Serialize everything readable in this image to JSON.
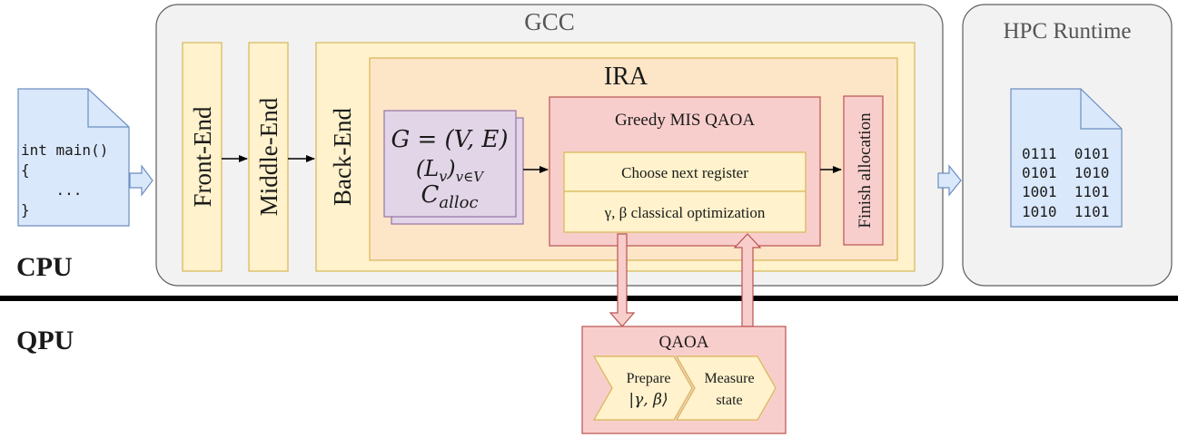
{
  "labels": {
    "gcc": "GCC",
    "hpc_runtime": "HPC Runtime",
    "cpu": "CPU",
    "qpu": "QPU",
    "front_end": "Front-End",
    "middle_end": "Middle-End",
    "back_end": "Back-End",
    "ira": "IRA",
    "greedy": "Greedy MIS QAOA",
    "choose_next": "Choose next register",
    "classical_opt": "γ, β classical optimization",
    "finish_alloc": "Finish allocation",
    "qaoa": "QAOA",
    "prepare_line1": "Prepare",
    "prepare_line2": "|γ, β⟩",
    "measure_line1": "Measure",
    "measure_line2": "state"
  },
  "source_code": {
    "lines": [
      "int main()",
      "{",
      "    ...",
      "}"
    ]
  },
  "math": {
    "graph": "G = (V, E)",
    "lv_main": "(L",
    "lv_sub": "v",
    "lv_close": ")",
    "lv_index": "v∈V",
    "c_main": "C",
    "c_sub": "alloc"
  },
  "binary_output": {
    "rows": [
      "0111  0101",
      "0101  1010",
      "1001  1101",
      "1010  1101"
    ]
  },
  "colors": {
    "container_fill": "#f2f2f2",
    "container_stroke": "#5f5f5f",
    "yellow_fill": "#fff2cc",
    "yellow_stroke": "#d6b656",
    "ira_fill": "#fde5c8",
    "red_fill": "#f8cecc",
    "red_stroke": "#b85450",
    "purple_fill": "#e1d5e7",
    "purple_stroke": "#9673a6",
    "blue_fill": "#dae8fc",
    "blue_stroke": "#6c8ebf"
  }
}
